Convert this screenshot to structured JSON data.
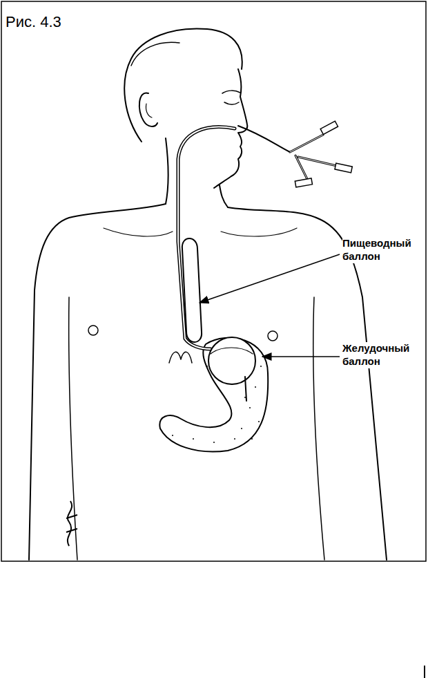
{
  "diagram": {
    "title": "Рис. 4.3",
    "labels": [
      "Пищеводный баллон",
      "Желудочный баллон"
    ]
  }
}
